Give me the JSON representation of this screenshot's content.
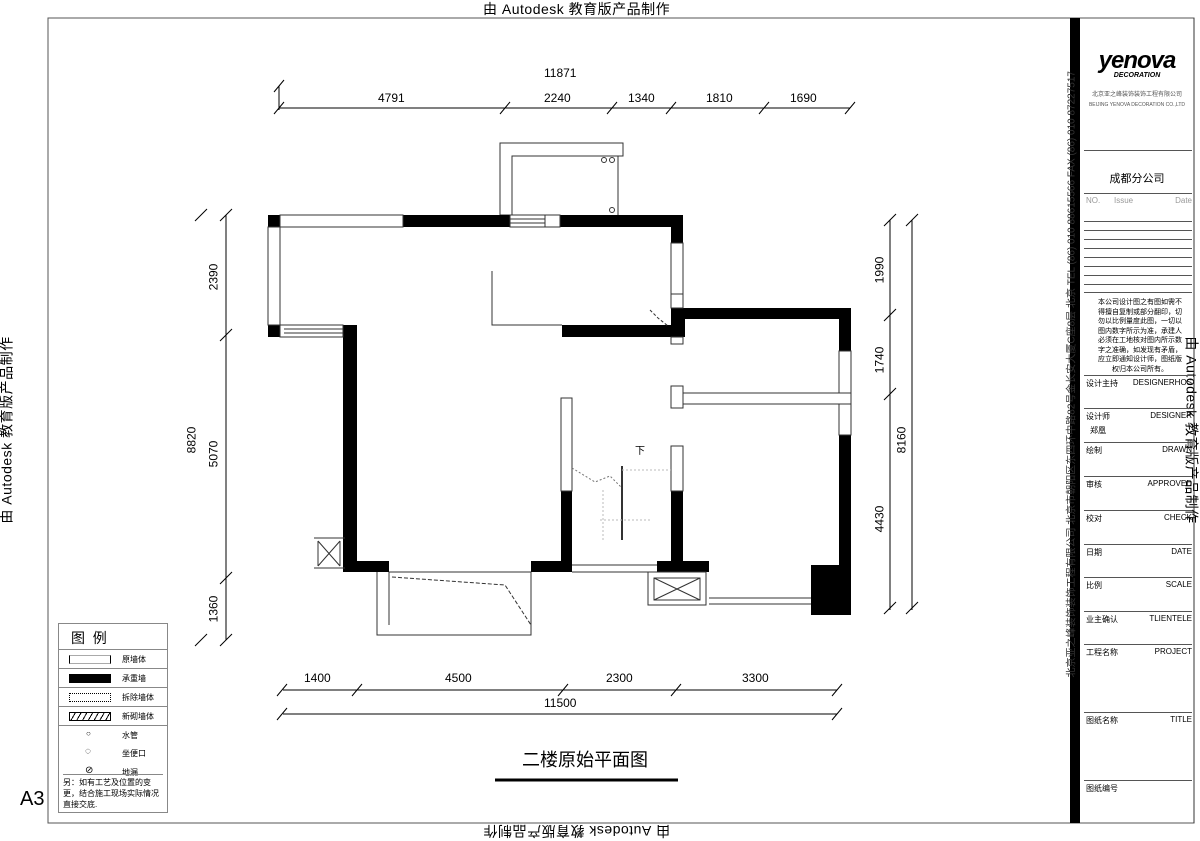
{
  "watermark": "由 Autodesk 教育版产品制作",
  "sheet_size": "A3",
  "drawing_title": "二楼原始平面图",
  "dimensions": {
    "top_total": "11871",
    "top_segments": [
      "4791",
      "2240",
      "1340",
      "1810",
      "1690"
    ],
    "bottom_segments": [
      "1400",
      "4500",
      "2300",
      "3300"
    ],
    "bottom_total": "11500",
    "left_total": "8820",
    "left_segments": [
      "2390",
      "5070",
      "1360"
    ],
    "right_total": "8160",
    "right_segments": [
      "1990",
      "1740",
      "4430"
    ]
  },
  "stair_label": "下",
  "legend": {
    "title": "图  例",
    "items": [
      "原墙体",
      "承重墙",
      "拆除墙体",
      "新砌墙体",
      "水管",
      "坐便口",
      "地漏"
    ],
    "note": "另：如有工艺及位置的变更，结合施工现场实际情况直接交底."
  },
  "title_block": {
    "logo": "yenova",
    "logo_sub": "DECORATION",
    "company_cn": "北京亚之峰装饰装饰工程有限公司",
    "company_en": "BEIJING YENOVA DECORATION CO.,LTD",
    "branch": "成都分公司",
    "revision_header": [
      "NO.",
      "Issue",
      "Date"
    ],
    "copyright_note": "本公司设计图之有图如需不得擅自复制或部分翻印，切勿以比例量度此图，一切以图内数字所示为准，承建人必须在工地核对图内所示数字之准确，如发现有矛盾，应立即通知设计师，图纸版权归本公司所有。",
    "rows": [
      {
        "cn": "设计主持",
        "en": "DESIGNERHOS"
      },
      {
        "cn": "设计师",
        "en": "DESIGNER",
        "value": "郑凰"
      },
      {
        "cn": "绘制",
        "en": "DRAWN"
      },
      {
        "cn": "审核",
        "en": "APPROVED"
      },
      {
        "cn": "校对",
        "en": "CHECK"
      },
      {
        "cn": "日期",
        "en": "DATE"
      },
      {
        "cn": "比例",
        "en": "SCALE"
      },
      {
        "cn": "业主确认",
        "en": "TLIENTELE"
      },
      {
        "cn": "工程名称",
        "en": "PROJECT"
      },
      {
        "cn": "图纸名称",
        "en": "TITLE"
      },
      {
        "cn": "图纸编号",
        "en": ""
      }
    ],
    "side_text": "北京亚之峰装饰装饰工程有限公司  北京市朝阳区东四环中路82号金长安大厦C座8层  北京  TEL (86) 010 88615566  FAX (86) 010 87227517"
  },
  "colors": {
    "wall": "#000000",
    "line": "#555555"
  }
}
